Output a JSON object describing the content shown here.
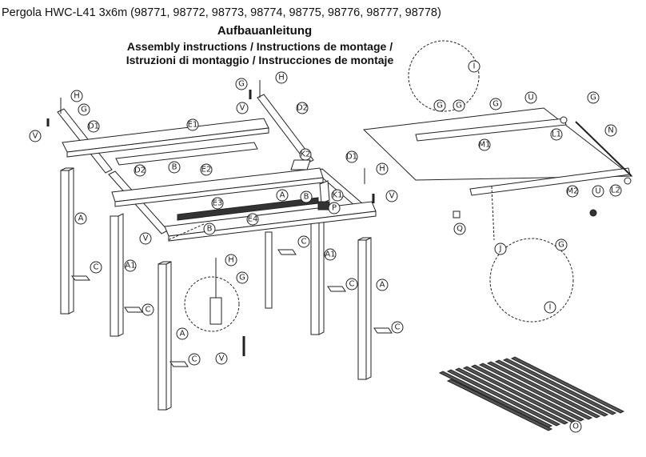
{
  "header": {
    "title": "Pergola HWC-L41 3x6m (98771, 98772, 98773, 98774, 98775, 98776, 98777, 98778)",
    "heading_de": "Aufbauanleitung",
    "heading_en_fr": "Assembly instructions / Instructions de montage /",
    "heading_it_es": "Istruzioni di montaggio / Instrucciones de montaje"
  },
  "labels": {
    "A": "A",
    "A1": "A1",
    "B": "B",
    "C": "C",
    "D1": "D1",
    "D2": "D2",
    "E1": "E1",
    "E2": "E2",
    "E3": "E3",
    "E4": "E4",
    "G": "G",
    "H": "H",
    "I": "I",
    "J": "J",
    "K1": "K1",
    "K2": "K2",
    "L1": "L1",
    "L2": "L2",
    "M1": "M1",
    "M2": "M2",
    "N": "N",
    "O": "O",
    "P": "P",
    "Q": "Q",
    "U": "U",
    "V": "V"
  },
  "colors": {
    "line": "#222222",
    "fill": "#ffffff",
    "dark": "#333333"
  }
}
